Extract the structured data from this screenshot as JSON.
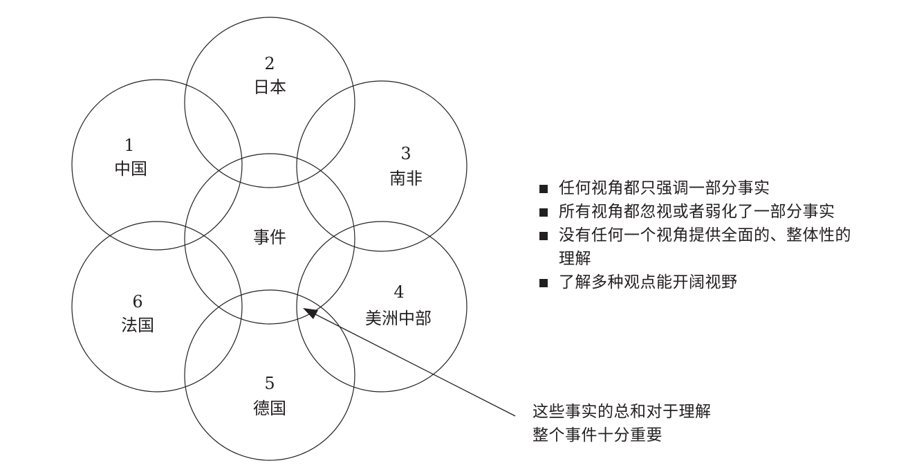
{
  "center": {
    "label": "事件"
  },
  "circles": [
    {
      "id": "china",
      "number": "1",
      "name": "中国"
    },
    {
      "id": "japan",
      "number": "2",
      "name": "日本"
    },
    {
      "id": "south-africa",
      "number": "3",
      "name": "南非"
    },
    {
      "id": "central-america",
      "number": "4",
      "name": "美洲中部"
    },
    {
      "id": "germany",
      "number": "5",
      "name": "德国"
    },
    {
      "id": "france",
      "number": "6",
      "name": "法国"
    }
  ],
  "bullets": [
    "任何视角都只强调一部分事实",
    "所有视角都忽视或者弱化了一部分事实",
    "没有任何一个视角提供全面的、整体性的理解",
    "了解多种观点能开阔视野"
  ],
  "annotation": {
    "line1": "这些事实的总和对于理解",
    "line2": "整个事件十分重要"
  }
}
